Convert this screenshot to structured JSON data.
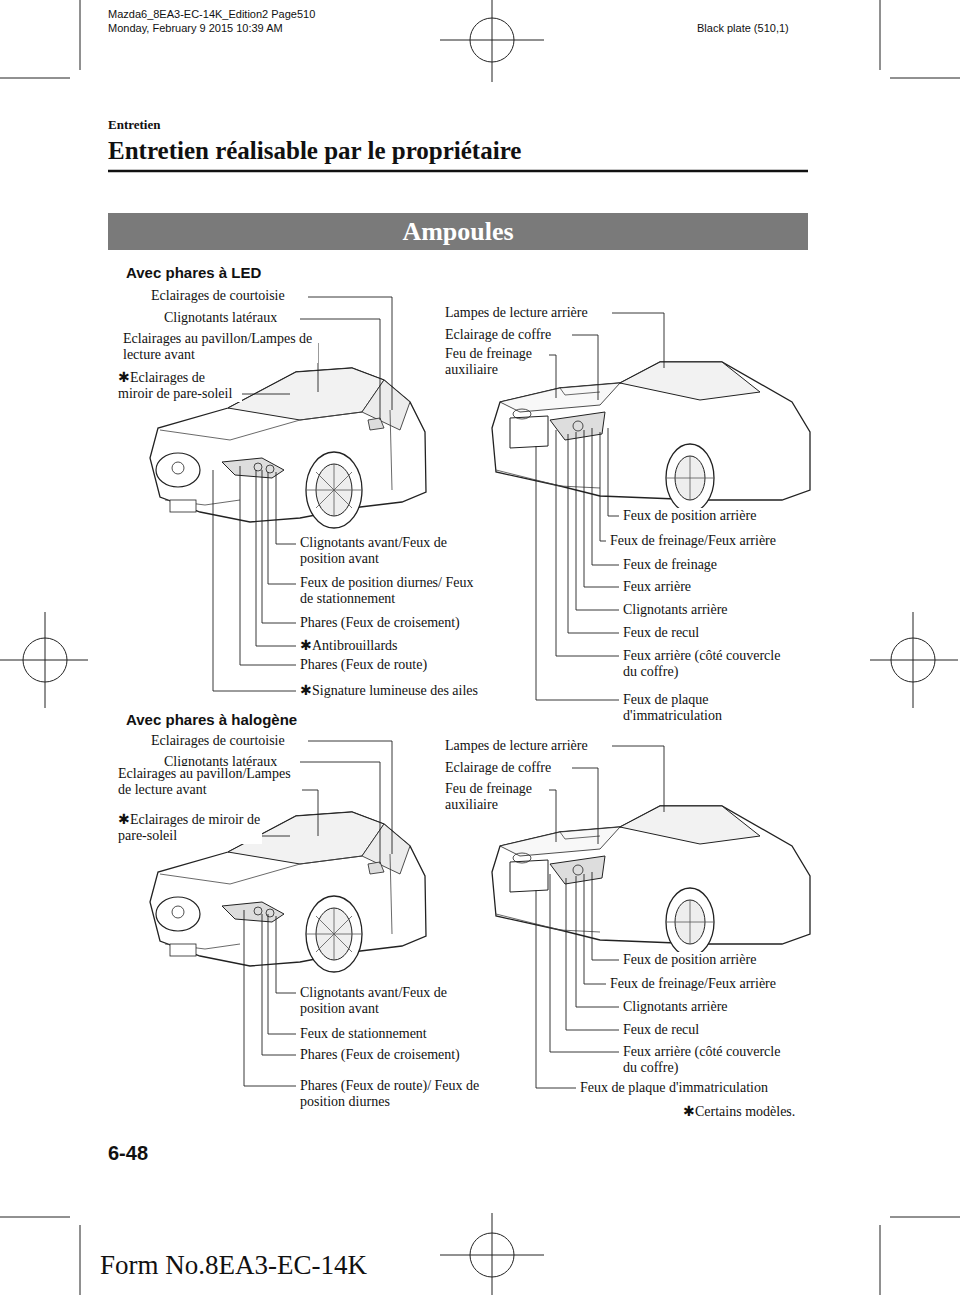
{
  "diagram": {
    "title": "Entretien réalisable par le propriétaire",
    "nodes": [
      {
        "text": [
          "Ampoules"
        ]
      }
    ],
    "labels": [
      "Mazda6_8EA3-EC-14K_Edition2 Page510",
      "Monday, February 9 2015 10:39 AM",
      "Black plate (510,1)",
      "Entretien",
      "Avec phares à LED",
      "Eclairages de courtoisie",
      "Clignotants latéraux",
      "Eclairages au pavillon/Lampes de lecture avant",
      "✱Eclairages de miroir de pare-soleil",
      "Lampes de lecture arrière",
      "Eclairage de coffre",
      "Feu de freinage auxiliaire",
      "Feux de position arrière",
      "Clignotants avant/Feux de position avant",
      "Feux de freinage/Feux arrière",
      "Feux de freinage",
      "Feux de position diurnes/ Feux de stationnement",
      "Feux arrière",
      "Clignotants arrière",
      "Phares (Feux de croisement)",
      "Feux de recul",
      "✱Antibrouillards",
      "Feux arrière (côté couvercle du coffre)",
      "Phares (Feux de route)",
      "✱Signature lumineuse des ailes",
      "Feux de plaque d'immatriculation",
      "Avec phares à halogène",
      "Eclairages de courtoisie",
      "Clignotants latéraux",
      "Eclairages au pavillon/Lampes de lecture avant",
      "✱Eclairages de miroir de pare-soleil",
      "Lampes de lecture arrière",
      "Eclairage de coffre",
      "Feu de freinage auxiliaire",
      "Feux de position arrière",
      "Feux de freinage/Feux arrière",
      "Clignotants avant/Feux de position avant",
      "Clignotants arrière",
      "Feux de stationnement",
      "Feux de recul",
      "Feux arrière (côté couvercle du coffre)",
      "Phares (Feux de croisement)",
      "Feux de plaque d'immatriculation",
      "Phares (Feux de route)/ Feux de position diurnes",
      "✱Certains modèles.",
      "6-48",
      "Form No.8EA3-EC-14K"
    ]
  }
}
